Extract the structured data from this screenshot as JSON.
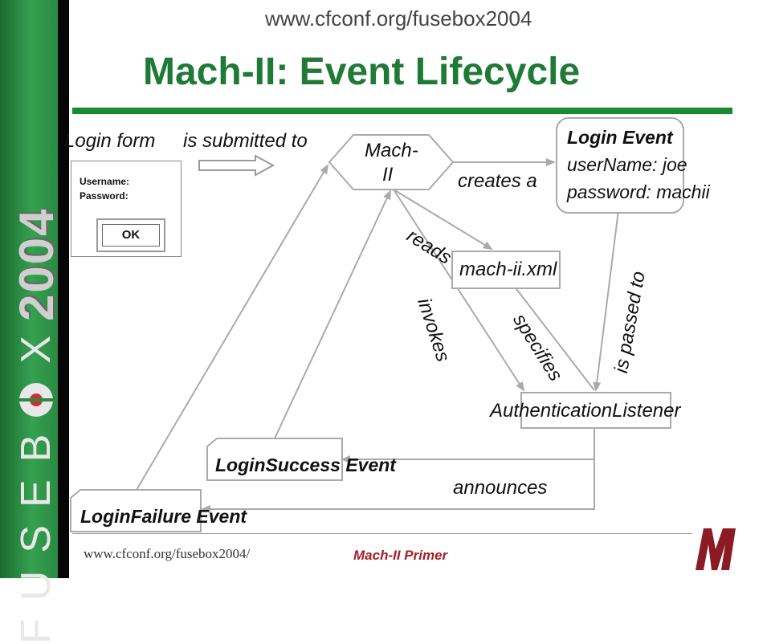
{
  "header": {
    "url": "www.cfconf.org/fusebox2004",
    "title": "Mach-II: Event Lifecycle"
  },
  "sidebar": {
    "brand_letters": "FUSEB",
    "brand_x": "X",
    "brand_year": "2004",
    "logo_icon": "fusebox-bullseye-icon"
  },
  "diagram": {
    "login_form_label": "Login form",
    "submitted_label": "is submitted to",
    "form": {
      "username_label": "Username:",
      "password_label": "Password:",
      "ok_label": "OK"
    },
    "machii_label_1": "Mach-",
    "machii_label_2": "II",
    "creates_label": "creates a",
    "login_event": {
      "title": "Login Event",
      "line1": "userName: joe",
      "line2": "password: machii"
    },
    "reads_label": "reads",
    "xml_label": "mach-ii.xml",
    "invokes_label": "invokes",
    "specifies_label": "specifies",
    "passed_label": "is passed to",
    "listener_label": "AuthenticationListener",
    "success_label": "LoginSuccess Event",
    "announces_label": "announces",
    "failure_label": "LoginFailure Event"
  },
  "footer": {
    "url": "www.cfconf.org/fusebox2004/",
    "primer": "Mach-II Primer"
  },
  "colors": {
    "title_green": "#1e7a34",
    "rule_green": "#1a8a2e",
    "primer_red": "#a3202c"
  }
}
